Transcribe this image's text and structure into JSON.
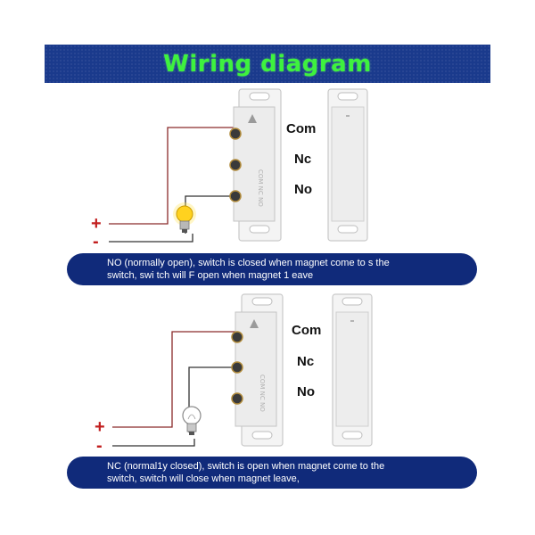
{
  "title": "Wiring diagram",
  "diagram_1": {
    "terminals": [
      "Com",
      "Nc",
      "No"
    ],
    "plus": "+",
    "minus": "-",
    "caption_line1": "NO (normally open), switch is closed when magnet come to s the",
    "caption_line2": "switch, swi tch will F open when magnet 1 eave",
    "bulb_state": "lit"
  },
  "diagram_2": {
    "terminals": [
      "Com",
      "Nc",
      "No"
    ],
    "plus": "+",
    "minus": "-",
    "caption_line1": "NC (normal1y closed), switch is open when magnet come to the",
    "caption_line2": "switch, switch will close when magnet leave,",
    "bulb_state": "off"
  },
  "colors": {
    "banner": "#1a3a8c",
    "title": "#3ef23e",
    "caption_bg": "#102a7a",
    "wire": "#8a2a2a",
    "wire_dark": "#333333",
    "plus_minus": "#c21f1f"
  }
}
